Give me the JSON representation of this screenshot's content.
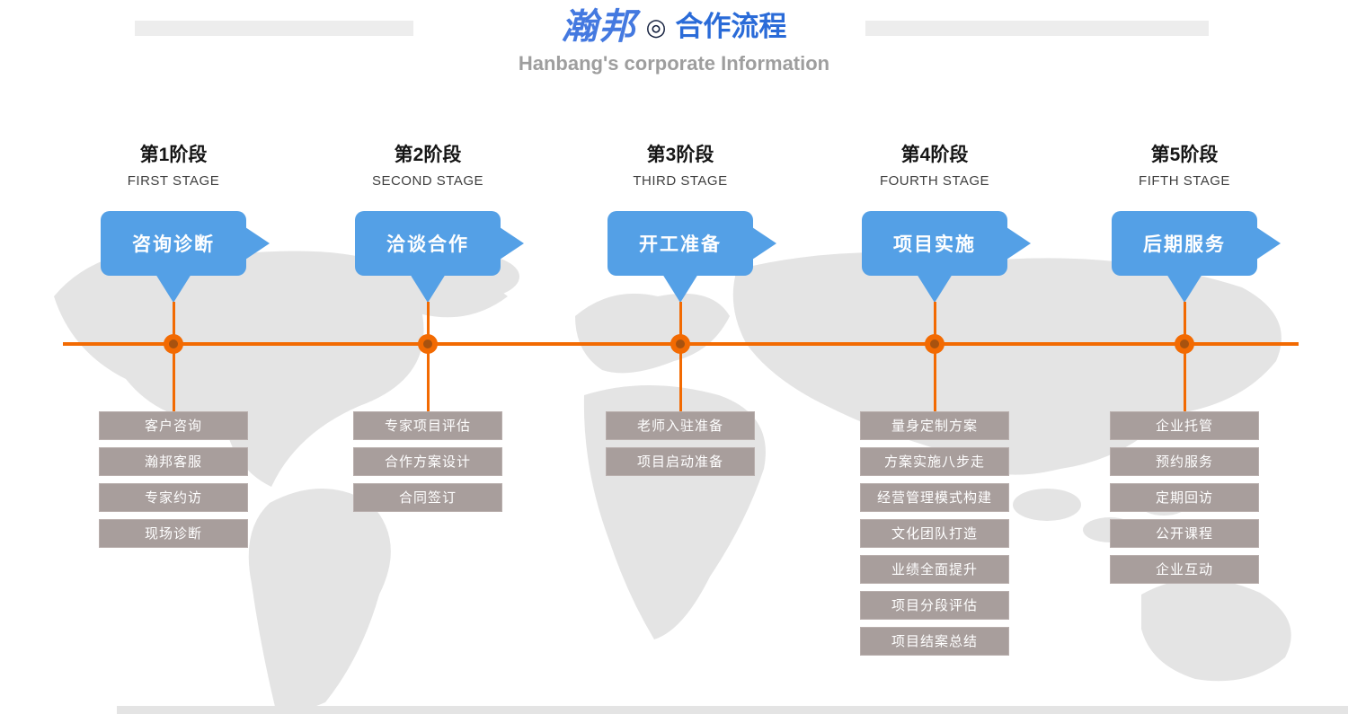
{
  "header": {
    "brand": "瀚邦",
    "mark": "◎",
    "title": "合作流程",
    "subtitle": "Hanbang's corporate Information"
  },
  "colors": {
    "timeline_orange": "#f26a02",
    "bubble_blue": "#54a0e6",
    "item_gray": "#a89e9c",
    "title_blue": "#2a6bd8"
  },
  "stages": [
    {
      "stage_label": "第1阶段",
      "stage_en": "FIRST STAGE",
      "bubble": "咨询诊断",
      "items": [
        "客户咨询",
        "瀚邦客服",
        "专家约访",
        "现场诊断"
      ]
    },
    {
      "stage_label": "第2阶段",
      "stage_en": "SECOND STAGE",
      "bubble": "洽谈合作",
      "items": [
        "专家项目评估",
        "合作方案设计",
        "合同签订"
      ]
    },
    {
      "stage_label": "第3阶段",
      "stage_en": "THIRD STAGE",
      "bubble": "开工准备",
      "items": [
        "老师入驻准备",
        "项目启动准备"
      ]
    },
    {
      "stage_label": "第4阶段",
      "stage_en": "FOURTH STAGE",
      "bubble": "项目实施",
      "items": [
        "量身定制方案",
        "方案实施八步走",
        "经营管理模式构建",
        "文化团队打造",
        "业绩全面提升",
        "项目分段评估",
        "项目结案总结"
      ]
    },
    {
      "stage_label": "第5阶段",
      "stage_en": "FIFTH STAGE",
      "bubble": "后期服务",
      "items": [
        "企业托管",
        "预约服务",
        "定期回访",
        "公开课程",
        "企业互动"
      ]
    }
  ]
}
